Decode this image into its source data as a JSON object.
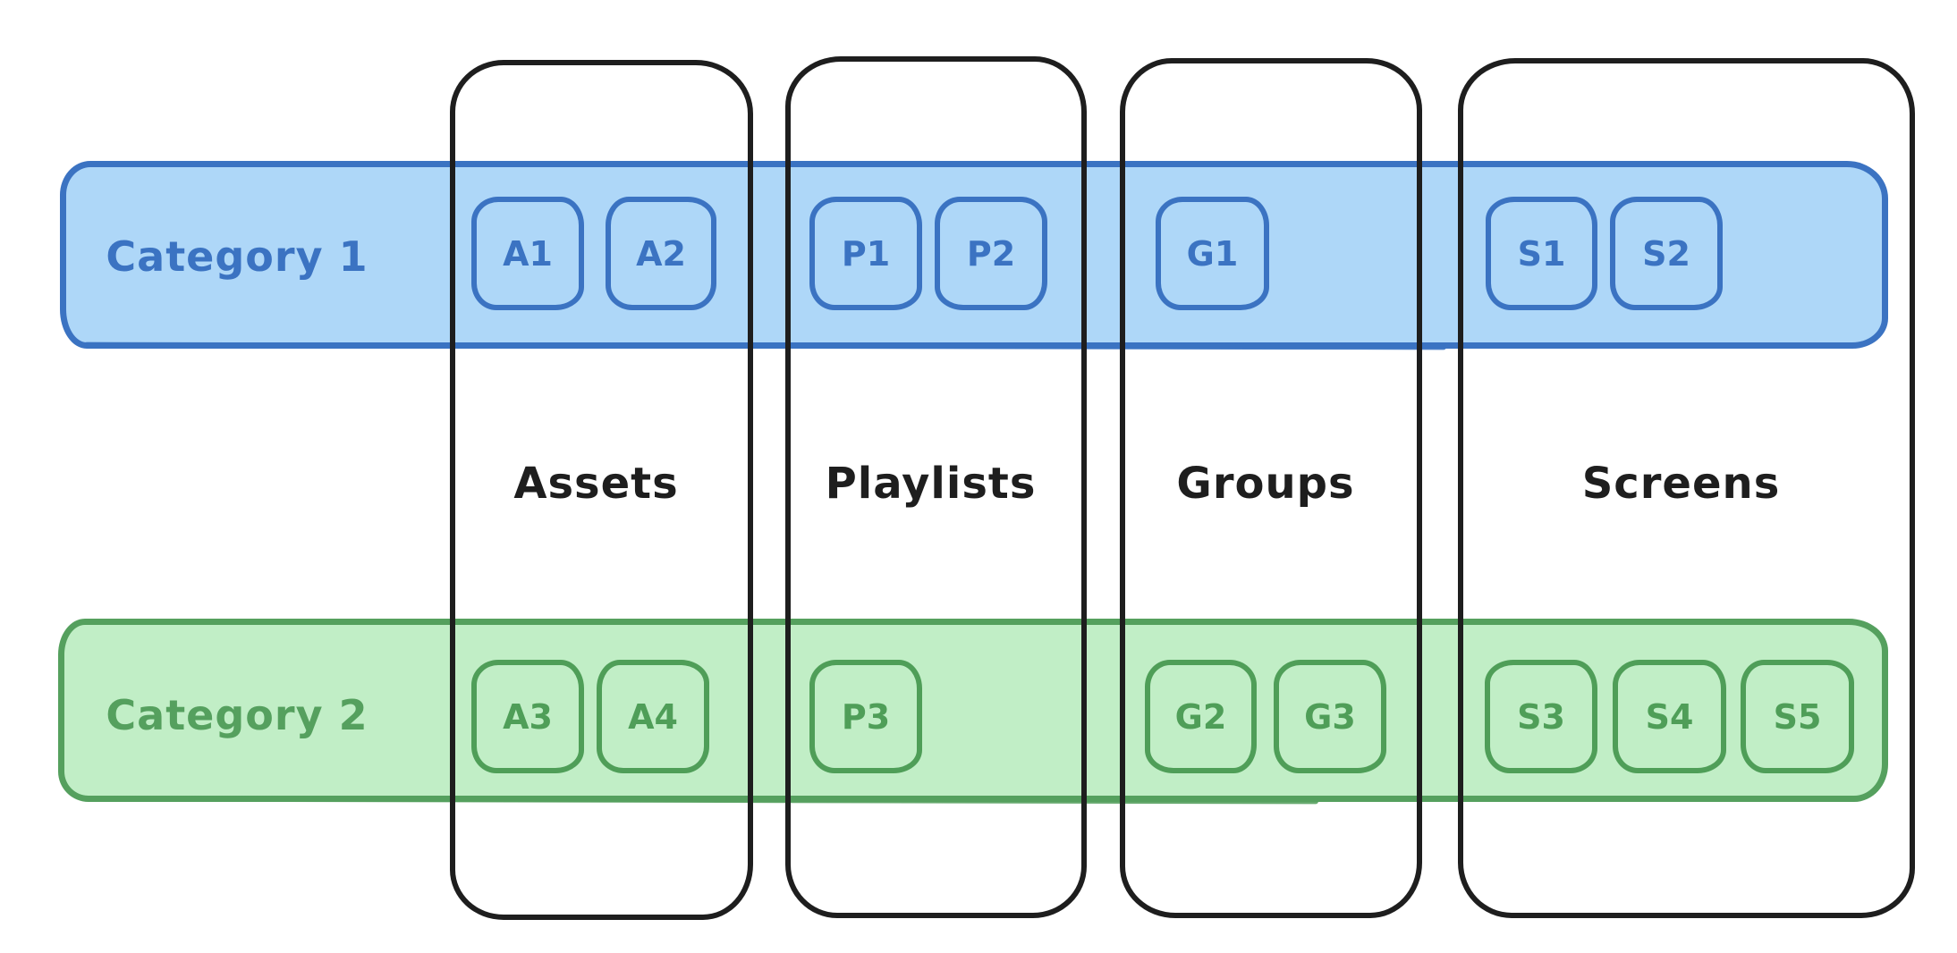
{
  "diagram": {
    "background": "#ffffff",
    "column_stroke_color": "#1e1e1e",
    "columns": [
      {
        "id": "assets",
        "label": "Assets"
      },
      {
        "id": "playlists",
        "label": "Playlists"
      },
      {
        "id": "groups",
        "label": "Groups"
      },
      {
        "id": "screens",
        "label": "Screens"
      }
    ],
    "categories": [
      {
        "id": "category1",
        "label": "Category 1",
        "stroke_color": "#3b73c2",
        "fill_color": "#aed7f8",
        "items": [
          {
            "label": "A1",
            "column": "assets"
          },
          {
            "label": "A2",
            "column": "assets"
          },
          {
            "label": "P1",
            "column": "playlists"
          },
          {
            "label": "P2",
            "column": "playlists"
          },
          {
            "label": "G1",
            "column": "groups"
          },
          {
            "label": "S1",
            "column": "screens"
          },
          {
            "label": "S2",
            "column": "screens"
          }
        ]
      },
      {
        "id": "category2",
        "label": "Category 2",
        "stroke_color": "#55a05e",
        "fill_color": "#c1eec6",
        "items": [
          {
            "label": "A3",
            "column": "assets"
          },
          {
            "label": "A4",
            "column": "assets"
          },
          {
            "label": "P3",
            "column": "playlists"
          },
          {
            "label": "G2",
            "column": "groups"
          },
          {
            "label": "G3",
            "column": "groups"
          },
          {
            "label": "S3",
            "column": "screens"
          },
          {
            "label": "S4",
            "column": "screens"
          },
          {
            "label": "S5",
            "column": "screens"
          }
        ]
      }
    ]
  }
}
